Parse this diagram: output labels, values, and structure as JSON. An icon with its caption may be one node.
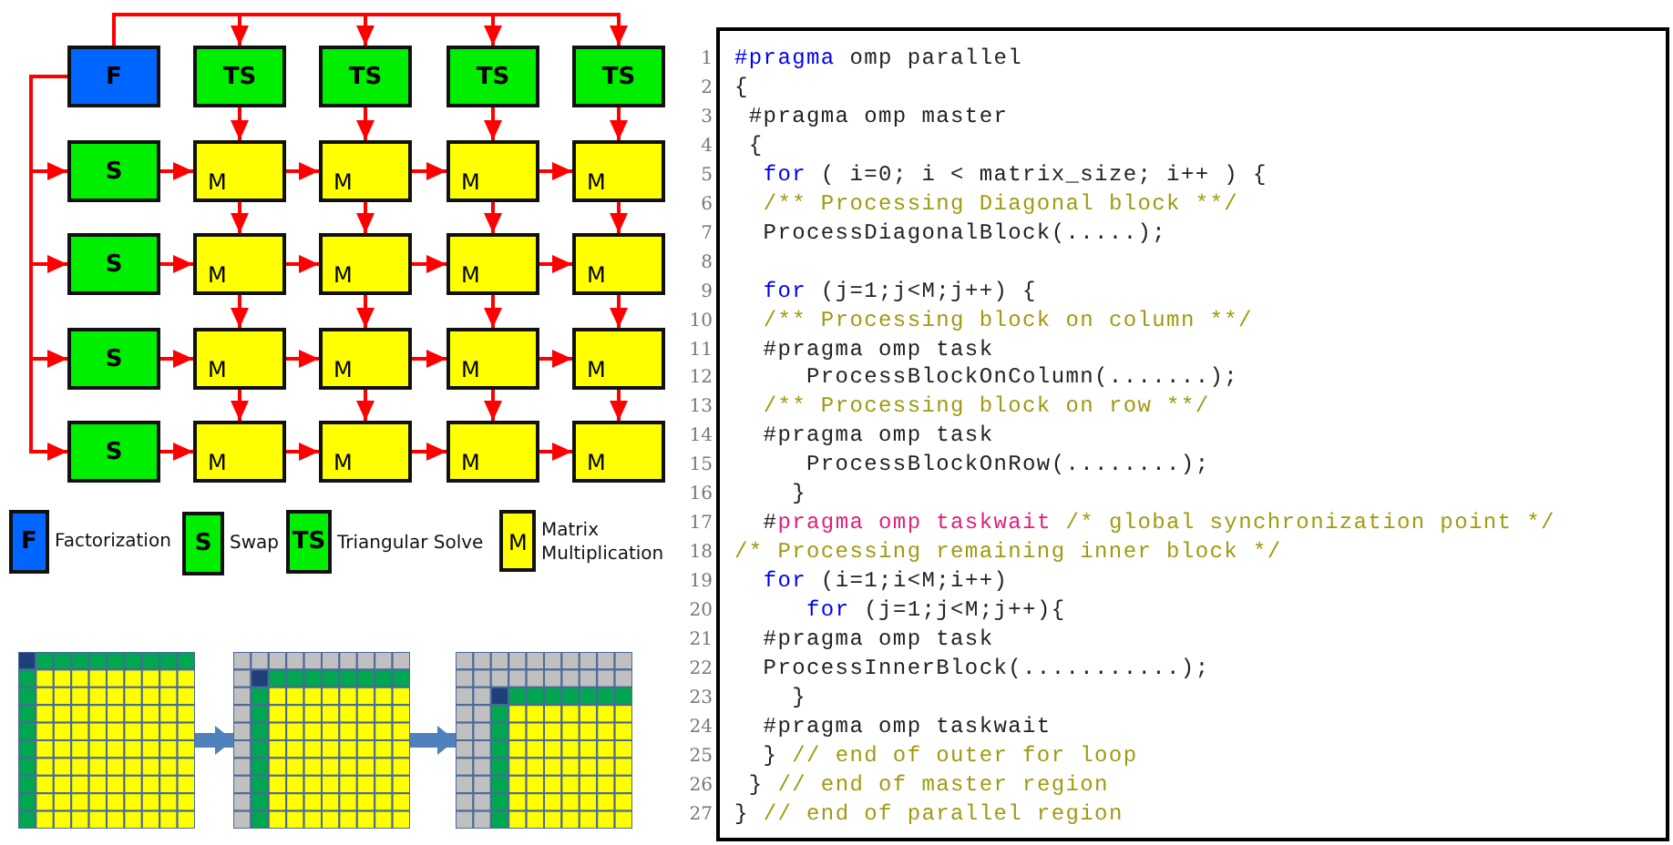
{
  "diagram": {
    "nodes": [
      {
        "text": [
          "F"
        ]
      },
      {
        "text": [
          "TS"
        ]
      },
      {
        "text": [
          "TS"
        ]
      },
      {
        "text": [
          "TS"
        ]
      },
      {
        "text": [
          "TS"
        ]
      },
      {
        "text": [
          "S"
        ]
      },
      {
        "text": [
          "M"
        ]
      },
      {
        "text": [
          "M"
        ]
      },
      {
        "text": [
          "M"
        ]
      },
      {
        "text": [
          "M"
        ]
      },
      {
        "text": [
          "S"
        ]
      },
      {
        "text": [
          "M"
        ]
      },
      {
        "text": [
          "M"
        ]
      },
      {
        "text": [
          "M"
        ]
      },
      {
        "text": [
          "M"
        ]
      },
      {
        "text": [
          "S"
        ]
      },
      {
        "text": [
          "M"
        ]
      },
      {
        "text": [
          "M"
        ]
      },
      {
        "text": [
          "M"
        ]
      },
      {
        "text": [
          "M"
        ]
      },
      {
        "text": [
          "S"
        ]
      },
      {
        "text": [
          "M"
        ]
      },
      {
        "text": [
          "M"
        ]
      },
      {
        "text": [
          "M"
        ]
      },
      {
        "text": [
          "M"
        ]
      },
      {
        "text": [
          "F"
        ],
        "beside": [
          "Factorization"
        ]
      },
      {
        "text": [
          "S"
        ],
        "beside": [
          "Swap"
        ]
      },
      {
        "text": [
          "TS"
        ],
        "beside": [
          "Triangular Solve"
        ]
      },
      {
        "text": [
          "M"
        ],
        "beside": [
          "Matrix Multiplication"
        ]
      },
      {
        "text": [],
        "shape": "picture"
      },
      {
        "text": [],
        "shape": "picture"
      },
      {
        "text": [],
        "shape": "picture"
      },
      {
        "text": [
          "#pragma omp parallel",
          "{",
          " #pragma omp master",
          " {",
          "  for ( i=0; i < matrix_size; i++ ) {",
          "  /** Processing Diagonal block **/",
          "  ProcessDiagonalBlock(.....);",
          "  for (j=1;j<M;j++) {",
          "  /** Processing block on column **/",
          "  #pragma omp task",
          "     ProcessBlockOnColumn(.......);",
          "  /** Processing block on row **/",
          "  #pragma omp task",
          "     ProcessBlockOnRow(........);",
          "    }",
          "  #pragma omp taskwait /* global synchronization point */",
          "/* Processing remaining inner block */",
          "  for (i=1;i<M;i++)",
          "     for (j=1;j<M;j++){",
          "  #pragma omp task",
          "  ProcessInnerBlock(...........);",
          "    }",
          "  #pragma omp taskwait",
          "  } // end of outer for loop",
          " } // end of master region",
          "} // end of parallel region"
        ]
      }
    ],
    "edges": [
      {
        "from": 0,
        "to": 1,
        "arrow": "to"
      },
      {
        "from": 0,
        "to": 2,
        "arrow": "to"
      },
      {
        "from": 0,
        "to": 3,
        "arrow": "to"
      },
      {
        "from": 0,
        "to": 4,
        "arrow": "to"
      },
      {
        "from": 0,
        "to": 5,
        "arrow": "to"
      },
      {
        "from": 0,
        "to": 10,
        "arrow": "to"
      },
      {
        "from": 0,
        "to": 15,
        "arrow": "to"
      },
      {
        "from": 0,
        "to": 20,
        "arrow": "to"
      },
      {
        "from": 5,
        "to": 6,
        "arrow": "to"
      },
      {
        "from": 6,
        "to": 7,
        "arrow": "to"
      },
      {
        "from": 7,
        "to": 8,
        "arrow": "to"
      },
      {
        "from": 8,
        "to": 9,
        "arrow": "to"
      },
      {
        "from": 10,
        "to": 11,
        "arrow": "to"
      },
      {
        "from": 11,
        "to": 12,
        "arrow": "to"
      },
      {
        "from": 12,
        "to": 13,
        "arrow": "to"
      },
      {
        "from": 13,
        "to": 14,
        "arrow": "to"
      },
      {
        "from": 15,
        "to": 16,
        "arrow": "to"
      },
      {
        "from": 16,
        "to": 17,
        "arrow": "to"
      },
      {
        "from": 17,
        "to": 18,
        "arrow": "to"
      },
      {
        "from": 18,
        "to": 19,
        "arrow": "to"
      },
      {
        "from": 20,
        "to": 21,
        "arrow": "to"
      },
      {
        "from": 21,
        "to": 22,
        "arrow": "to"
      },
      {
        "from": 22,
        "to": 23,
        "arrow": "to"
      },
      {
        "from": 23,
        "to": 24,
        "arrow": "to"
      },
      {
        "from": 1,
        "to": 6,
        "arrow": "to"
      },
      {
        "from": 6,
        "to": 11,
        "arrow": "to"
      },
      {
        "from": 11,
        "to": 16,
        "arrow": "to"
      },
      {
        "from": 16,
        "to": 21,
        "arrow": "to"
      },
      {
        "from": 2,
        "to": 7,
        "arrow": "to"
      },
      {
        "from": 7,
        "to": 12,
        "arrow": "to"
      },
      {
        "from": 12,
        "to": 17,
        "arrow": "to"
      },
      {
        "from": 17,
        "to": 22,
        "arrow": "to"
      },
      {
        "from": 3,
        "to": 8,
        "arrow": "to"
      },
      {
        "from": 8,
        "to": 13,
        "arrow": "to"
      },
      {
        "from": 13,
        "to": 18,
        "arrow": "to"
      },
      {
        "from": 18,
        "to": 23,
        "arrow": "to"
      },
      {
        "from": 4,
        "to": 9,
        "arrow": "to"
      },
      {
        "from": 9,
        "to": 14,
        "arrow": "to"
      },
      {
        "from": 14,
        "to": 19,
        "arrow": "to"
      },
      {
        "from": 19,
        "to": 24,
        "arrow": "to"
      },
      {
        "from": 29,
        "to": 30,
        "arrow": "to",
        "style": "thick",
        "color": "#4f81bd"
      },
      {
        "from": 30,
        "to": 31,
        "arrow": "to",
        "style": "thick",
        "color": "#4f81bd"
      }
    ],
    "labels": [
      "1",
      "2",
      "3",
      "4",
      "5",
      "6",
      "7",
      "8",
      "9",
      "10",
      "11",
      "12",
      "13",
      "14",
      "15",
      "16",
      "17",
      "18",
      "19",
      "20",
      "21",
      "22",
      "23",
      "24",
      "25",
      "26",
      "27"
    ]
  }
}
